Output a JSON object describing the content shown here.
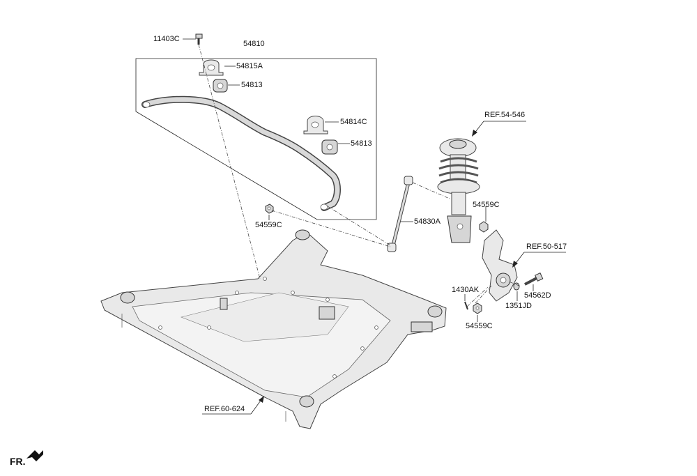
{
  "labels": {
    "bolt_11403c": "11403C",
    "bar_54810": "54810",
    "bushing_bracket_54815a": "54815A",
    "bushing_54813_a": "54813",
    "bracket_54814c": "54814C",
    "bushing_54813_b": "54813",
    "nut_54559c_left": "54559C",
    "link_54830a": "54830A",
    "nut_54559c_strut": "54559C",
    "ref_strut": "REF.54-546",
    "ref_knuckle": "REF.50-517",
    "bolt_54562d": "54562D",
    "washer_1351jd": "1351JD",
    "pin_1430ak": "1430AK",
    "nut_54559c_bottom": "54559C",
    "ref_crossmember": "REF.60-624",
    "front_indicator": "FR."
  },
  "icons": {
    "front_arrow": "arrow-left-down-icon"
  },
  "colors": {
    "line": "#222222",
    "part_fill": "#e9e9e9",
    "part_shade": "#d6d6d6",
    "background": "#ffffff"
  }
}
